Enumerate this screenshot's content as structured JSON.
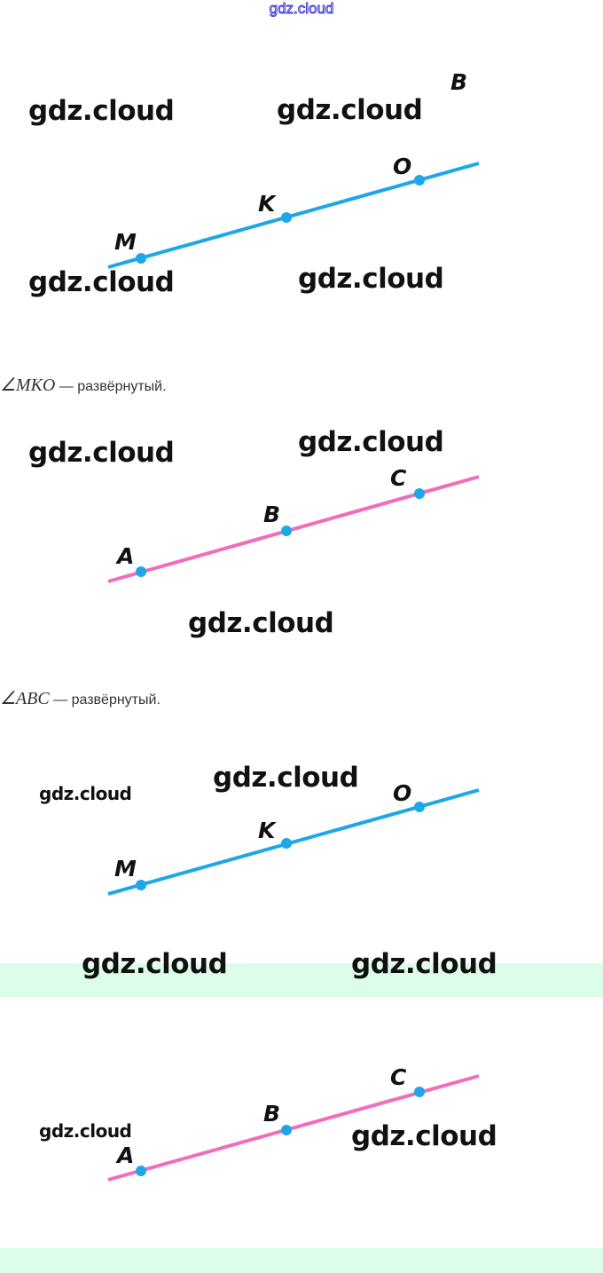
{
  "header_watermark": "gdz.cloud",
  "watermarks": [
    "gdz.cloud",
    "gdz.cloud",
    "gdz.cloud",
    "gdz.cloud",
    "gdz.cloud",
    "gdz.cloud",
    "gdz.cloud",
    "gdz.cloud",
    "gdz.cloud",
    "gdz.cloud",
    "gdz.cloud",
    "gdz.cloud",
    "gdz.cloud"
  ],
  "figures": [
    {
      "labels": [
        "M",
        "K",
        "O"
      ],
      "partial_label": "B",
      "color": "#1ea7e8"
    },
    {
      "labels": [
        "A",
        "B",
        "C"
      ],
      "color": "#f06eb9"
    },
    {
      "labels": [
        "M",
        "K",
        "O"
      ],
      "color": "#1ea7e8"
    },
    {
      "labels": [
        "A",
        "B",
        "C"
      ],
      "color": "#f06eb9"
    }
  ],
  "captions": [
    {
      "angle": "∠MKO",
      "text": " — развёрнутый."
    },
    {
      "angle": "∠ABC",
      "text": " — развёрнутый."
    }
  ],
  "point_color": "#1ea7e8"
}
